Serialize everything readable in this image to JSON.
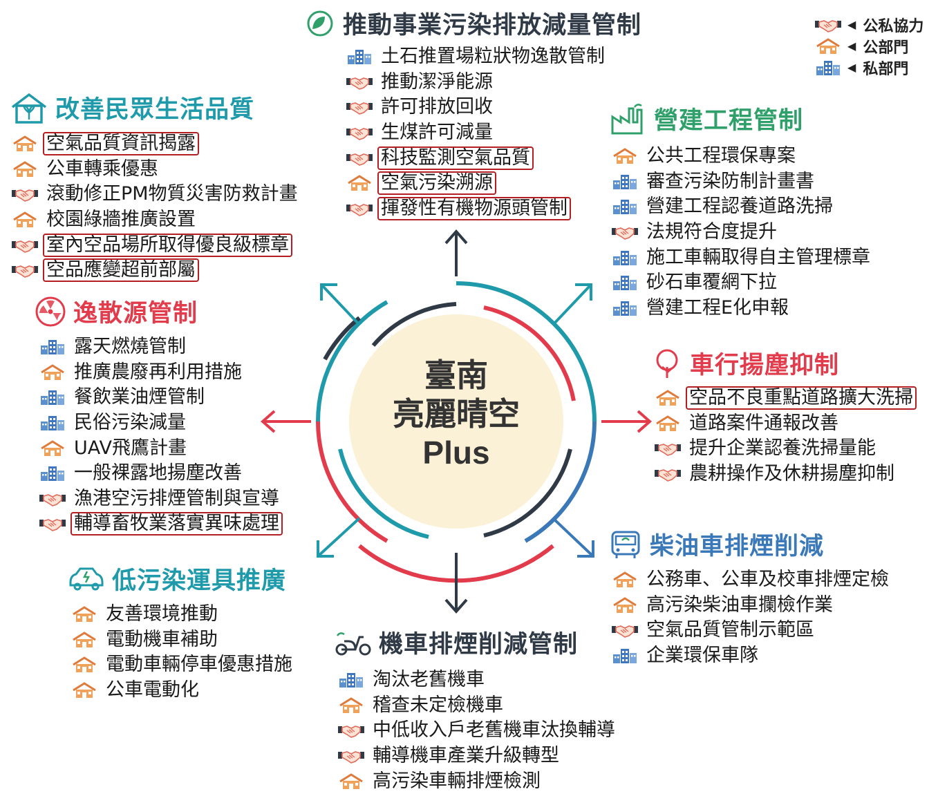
{
  "legend": [
    {
      "icon": "handshake-icon",
      "label": "公私協力"
    },
    {
      "icon": "house-icon",
      "label": "公部門"
    },
    {
      "icon": "building-icon",
      "label": "私部門"
    }
  ],
  "center": {
    "line1": "臺南",
    "line2": "亮麗晴空",
    "line3": "Plus"
  },
  "colors": {
    "teal": "#1e9aaa",
    "red": "#e23c4c",
    "green": "#2fa06a",
    "dark": "#2f3a46",
    "blue": "#3a78b8",
    "highlight": "#b41e22"
  },
  "sections": {
    "top": {
      "title": "推動事業污染排放減量管制",
      "color": "#2f3a46",
      "icon": "leaf-icon",
      "items": [
        {
          "icon": "building-icon",
          "text": "土石推置場粒狀物逸散管制",
          "hl": false
        },
        {
          "icon": "handshake-icon",
          "text": "推動潔淨能源",
          "hl": false
        },
        {
          "icon": "handshake-icon",
          "text": "許可排放回收",
          "hl": false
        },
        {
          "icon": "handshake-icon",
          "text": "生煤許可減量",
          "hl": false
        },
        {
          "icon": "handshake-icon",
          "text": "科技監測空氣品質",
          "hl": true
        },
        {
          "icon": "house-icon",
          "text": "空氣污染溯源",
          "hl": true
        },
        {
          "icon": "handshake-icon",
          "text": "揮發性有機物源頭管制",
          "hl": true
        }
      ]
    },
    "life": {
      "title": "改善民眾生活品質",
      "color": "#1e9aaa",
      "icon": "home-sprout-icon",
      "items": [
        {
          "icon": "house-icon",
          "text": "空氣品質資訊揭露",
          "hl": true
        },
        {
          "icon": "house-icon",
          "text": "公車轉乘優惠",
          "hl": false
        },
        {
          "icon": "handshake-icon",
          "text": "滾動修正PM物質災害防救計畫",
          "hl": false
        },
        {
          "icon": "house-icon",
          "text": "校園綠牆推廣設置",
          "hl": false
        },
        {
          "icon": "handshake-icon",
          "text": "室內空品場所取得優良級標章",
          "hl": true
        },
        {
          "icon": "handshake-icon",
          "text": "空品應變超前部屬",
          "hl": true
        }
      ]
    },
    "construction": {
      "title": "營建工程管制",
      "color": "#2fa06a",
      "icon": "factory-icon",
      "items": [
        {
          "icon": "house-icon",
          "text": "公共工程環保專案",
          "hl": false
        },
        {
          "icon": "building-icon",
          "text": "審查污染防制計畫書",
          "hl": false
        },
        {
          "icon": "building-icon",
          "text": "營建工程認養道路洗掃",
          "hl": false
        },
        {
          "icon": "handshake-icon",
          "text": "法規符合度提升",
          "hl": false
        },
        {
          "icon": "building-icon",
          "text": "施工車輛取得自主管理標章",
          "hl": false
        },
        {
          "icon": "building-icon",
          "text": "砂石車覆網下拉",
          "hl": false
        },
        {
          "icon": "building-icon",
          "text": "營建工程E化申報",
          "hl": false
        }
      ]
    },
    "fugitive": {
      "title": "逸散源管制",
      "color": "#e23c4c",
      "icon": "radiation-icon",
      "items": [
        {
          "icon": "building-icon",
          "text": "露天燃燒管制",
          "hl": false
        },
        {
          "icon": "house-icon",
          "text": "推廣農廢再利用措施",
          "hl": false
        },
        {
          "icon": "building-icon",
          "text": "餐飲業油煙管制",
          "hl": false
        },
        {
          "icon": "building-icon",
          "text": "民俗污染減量",
          "hl": false
        },
        {
          "icon": "house-icon",
          "text": "UAV飛鷹計畫",
          "hl": false
        },
        {
          "icon": "building-icon",
          "text": "一般裸露地揚塵改善",
          "hl": false
        },
        {
          "icon": "handshake-icon",
          "text": "漁港空污排煙管制與宣導",
          "hl": false
        },
        {
          "icon": "handshake-icon",
          "text": "輔導畜牧業落實異味處理",
          "hl": true
        }
      ]
    },
    "dust": {
      "title": "車行揚塵抑制",
      "color": "#e23c4c",
      "icon": "tree-icon",
      "items": [
        {
          "icon": "house-icon",
          "text": "空品不良重點道路擴大洗掃",
          "hl": true
        },
        {
          "icon": "house-icon",
          "text": "道路案件通報改善",
          "hl": false
        },
        {
          "icon": "handshake-icon",
          "text": "提升企業認養洗掃量能",
          "hl": false
        },
        {
          "icon": "handshake-icon",
          "text": "農耕操作及休耕揚塵抑制",
          "hl": false
        }
      ]
    },
    "lowpollution": {
      "title": "低污染運具推廣",
      "color": "#1e9aaa",
      "icon": "electric-car-icon",
      "items": [
        {
          "icon": "house-icon",
          "text": "友善環境推動",
          "hl": false
        },
        {
          "icon": "house-icon",
          "text": "電動機車補助",
          "hl": false
        },
        {
          "icon": "house-icon",
          "text": "電動車輛停車優惠措施",
          "hl": false
        },
        {
          "icon": "house-icon",
          "text": "公車電動化",
          "hl": false
        }
      ]
    },
    "diesel": {
      "title": "柴油車排煙削減",
      "color": "#3a78b8",
      "icon": "bus-icon",
      "items": [
        {
          "icon": "house-icon",
          "text": "公務車、公車及校車排煙定檢",
          "hl": false
        },
        {
          "icon": "house-icon",
          "text": "高污染柴油車攔檢作業",
          "hl": false
        },
        {
          "icon": "handshake-icon",
          "text": "空氣品質管制示範區",
          "hl": false
        },
        {
          "icon": "building-icon",
          "text": "企業環保車隊",
          "hl": false
        }
      ]
    },
    "motorcycle": {
      "title": "機車排煙削減管制",
      "color": "#2f3a46",
      "icon": "scooter-icon",
      "items": [
        {
          "icon": "building-icon",
          "text": "淘汰老舊機車",
          "hl": false
        },
        {
          "icon": "house-icon",
          "text": "稽查未定檢機車",
          "hl": false
        },
        {
          "icon": "handshake-icon",
          "text": "中低收入戶老舊機車汰換輔導",
          "hl": false
        },
        {
          "icon": "handshake-icon",
          "text": "輔導機車產業升級轉型",
          "hl": false
        },
        {
          "icon": "house-icon",
          "text": "高污染車輛排煙檢測",
          "hl": false
        }
      ]
    }
  }
}
